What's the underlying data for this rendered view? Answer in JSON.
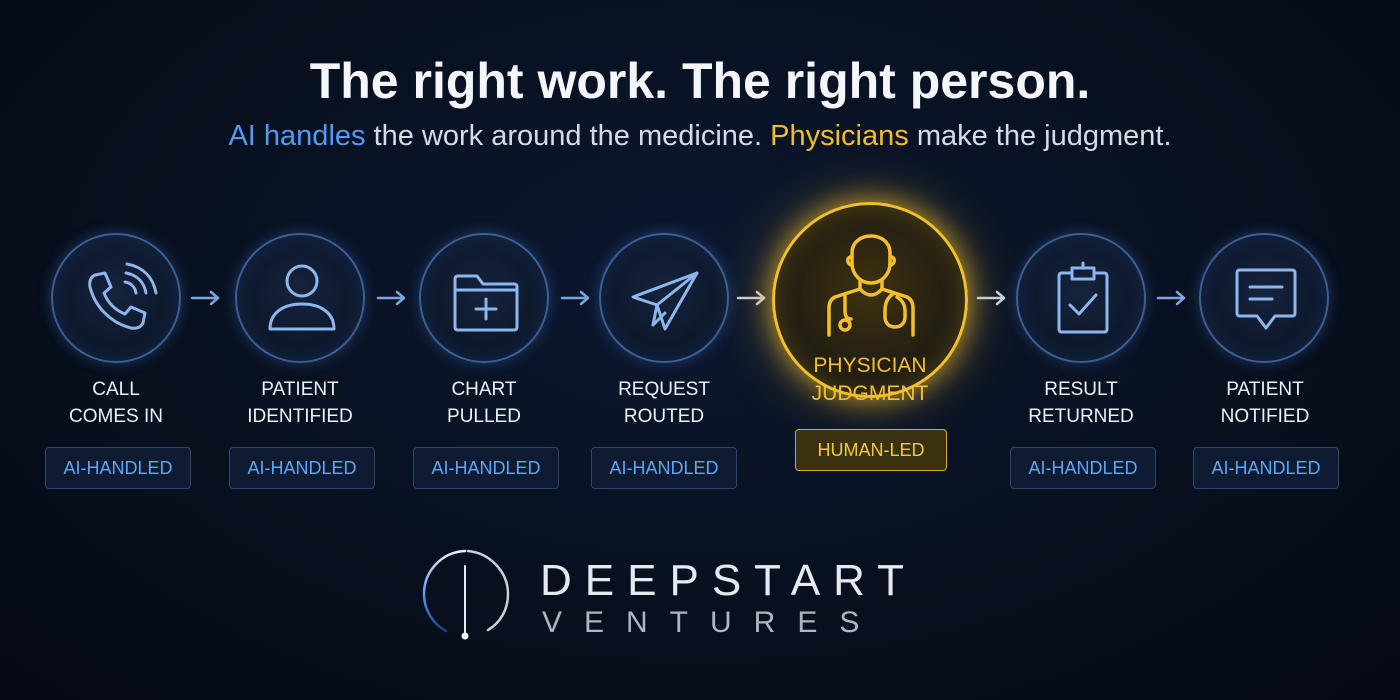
{
  "header": {
    "title": "The right work. The right person.",
    "subtitle": {
      "ai_part": "AI handles",
      "middle_part": " the work around the medicine. ",
      "phys_part": "Physicians",
      "end_part": " make the judgment."
    }
  },
  "steps": [
    {
      "line1": "CALL",
      "line2": "COMES IN",
      "badge": "AI-HANDLED",
      "icon": "phone-icon"
    },
    {
      "line1": "PATIENT",
      "line2": "IDENTIFIED",
      "badge": "AI-HANDLED",
      "icon": "person-icon"
    },
    {
      "line1": "CHART",
      "line2": "PULLED",
      "badge": "AI-HANDLED",
      "icon": "folder-plus-icon"
    },
    {
      "line1": "REQUEST",
      "line2": "ROUTED",
      "badge": "AI-HANDLED",
      "icon": "paper-plane-icon"
    },
    {
      "line1": "PHYSICIAN",
      "line2": "JUDGMENT",
      "badge": "HUMAN-LED",
      "icon": "doctor-icon"
    },
    {
      "line1": "RESULT",
      "line2": "RETURNED",
      "badge": "AI-HANDLED",
      "icon": "clipboard-check-icon"
    },
    {
      "line1": "PATIENT",
      "line2": "NOTIFIED",
      "badge": "AI-HANDLED",
      "icon": "message-icon"
    }
  ],
  "logo": {
    "word_top": "DEEPSTART",
    "word_bottom": "VENTURES"
  },
  "colors": {
    "ai_blue": "#4f9cf2",
    "human_gold": "#f3c02c",
    "background": "#08101f"
  }
}
